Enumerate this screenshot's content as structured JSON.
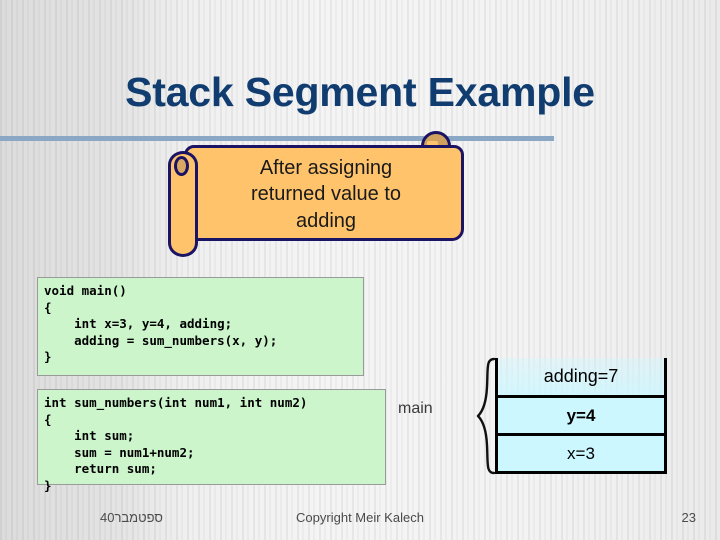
{
  "slide": {
    "title": "Stack Segment Example",
    "accent_color": "#103c70",
    "rule_color": "#8ba7c6",
    "callout_fill": "#ffc36b",
    "callout_border": "#1b1464",
    "code_fill": "#ccf5cc",
    "stack_fill": "#ccf7ff"
  },
  "callout": {
    "line1": "After assigning",
    "line2": "returned value to",
    "line3": "adding",
    "full_text": "After assigning returned value to adding"
  },
  "code_blocks": [
    {
      "name": "main-function",
      "text": "void main()\n{\n    int x=3, y=4, adding;\n    adding = sum_numbers(x, y);\n}"
    },
    {
      "name": "sum-numbers-function",
      "text": "int sum_numbers(int num1, int num2)\n{\n    int sum;\n    sum = num1+num2;\n    return sum;\n}"
    }
  ],
  "stack": {
    "frame_label": "main",
    "cells": [
      {
        "label": "adding=7"
      },
      {
        "label": "y=4"
      },
      {
        "label": "x=3"
      }
    ]
  },
  "footer": {
    "date": "ספטמבר04",
    "copyright": "Copyright Meir Kalech",
    "page": "23"
  }
}
